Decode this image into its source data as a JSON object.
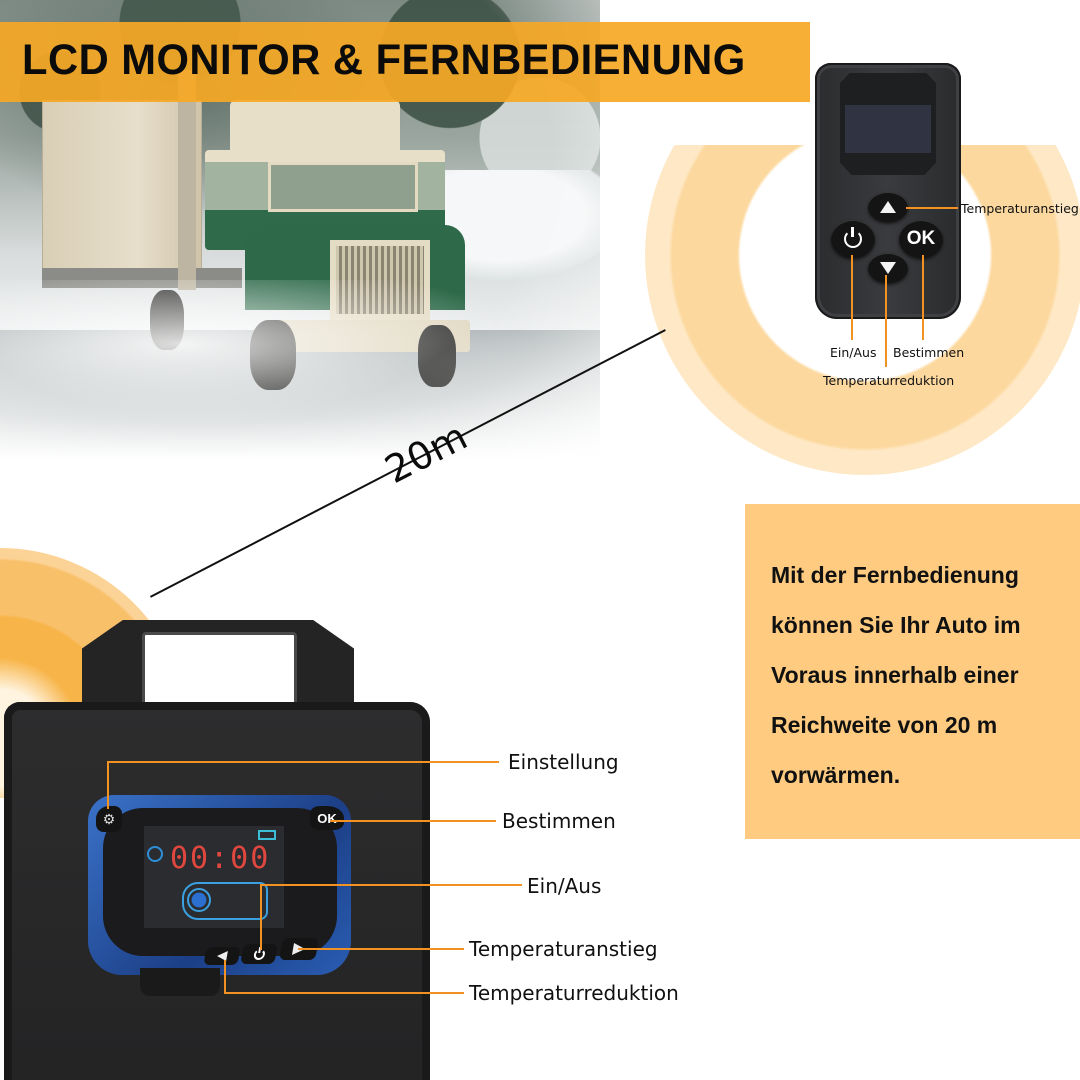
{
  "banner": {
    "title": "LCD MONITOR & FERNBEDIENUNG",
    "background_color": "#f6a824"
  },
  "distance": {
    "label": "20m"
  },
  "remote_control": {
    "buttons": {
      "up_icon": "triangle-up-icon",
      "down_icon": "triangle-down-icon",
      "power_icon": "power-icon",
      "ok_label": "OK"
    },
    "callouts": {
      "up": "Temperaturanstieg",
      "power": "Ein/Aus",
      "ok": "Bestimmen",
      "down": "Temperaturreduktion"
    }
  },
  "info_box": {
    "lines": [
      "Mit der Fernbedienung",
      "können Sie Ihr Auto im",
      "Voraus innerhalb einer",
      "Reichweite von 20 m",
      "vorwärmen."
    ],
    "background_color": "#fecb80"
  },
  "lcd_monitor": {
    "display_time": "00:00",
    "buttons": {
      "settings_icon": "gear-icon",
      "ok_label": "OK",
      "left_icon": "triangle-left-icon",
      "power_icon": "power-icon",
      "right_icon": "triangle-right-icon"
    },
    "callouts": {
      "settings": "Einstellung",
      "ok": "Bestimmen",
      "power": "Ein/Aus",
      "right": "Temperaturanstieg",
      "left": "Temperaturreduktion"
    }
  },
  "colors": {
    "accent_orange": "#f29222",
    "lcd_digits": "#e0473f",
    "lcd_frame_blue": "#2a5db3"
  }
}
